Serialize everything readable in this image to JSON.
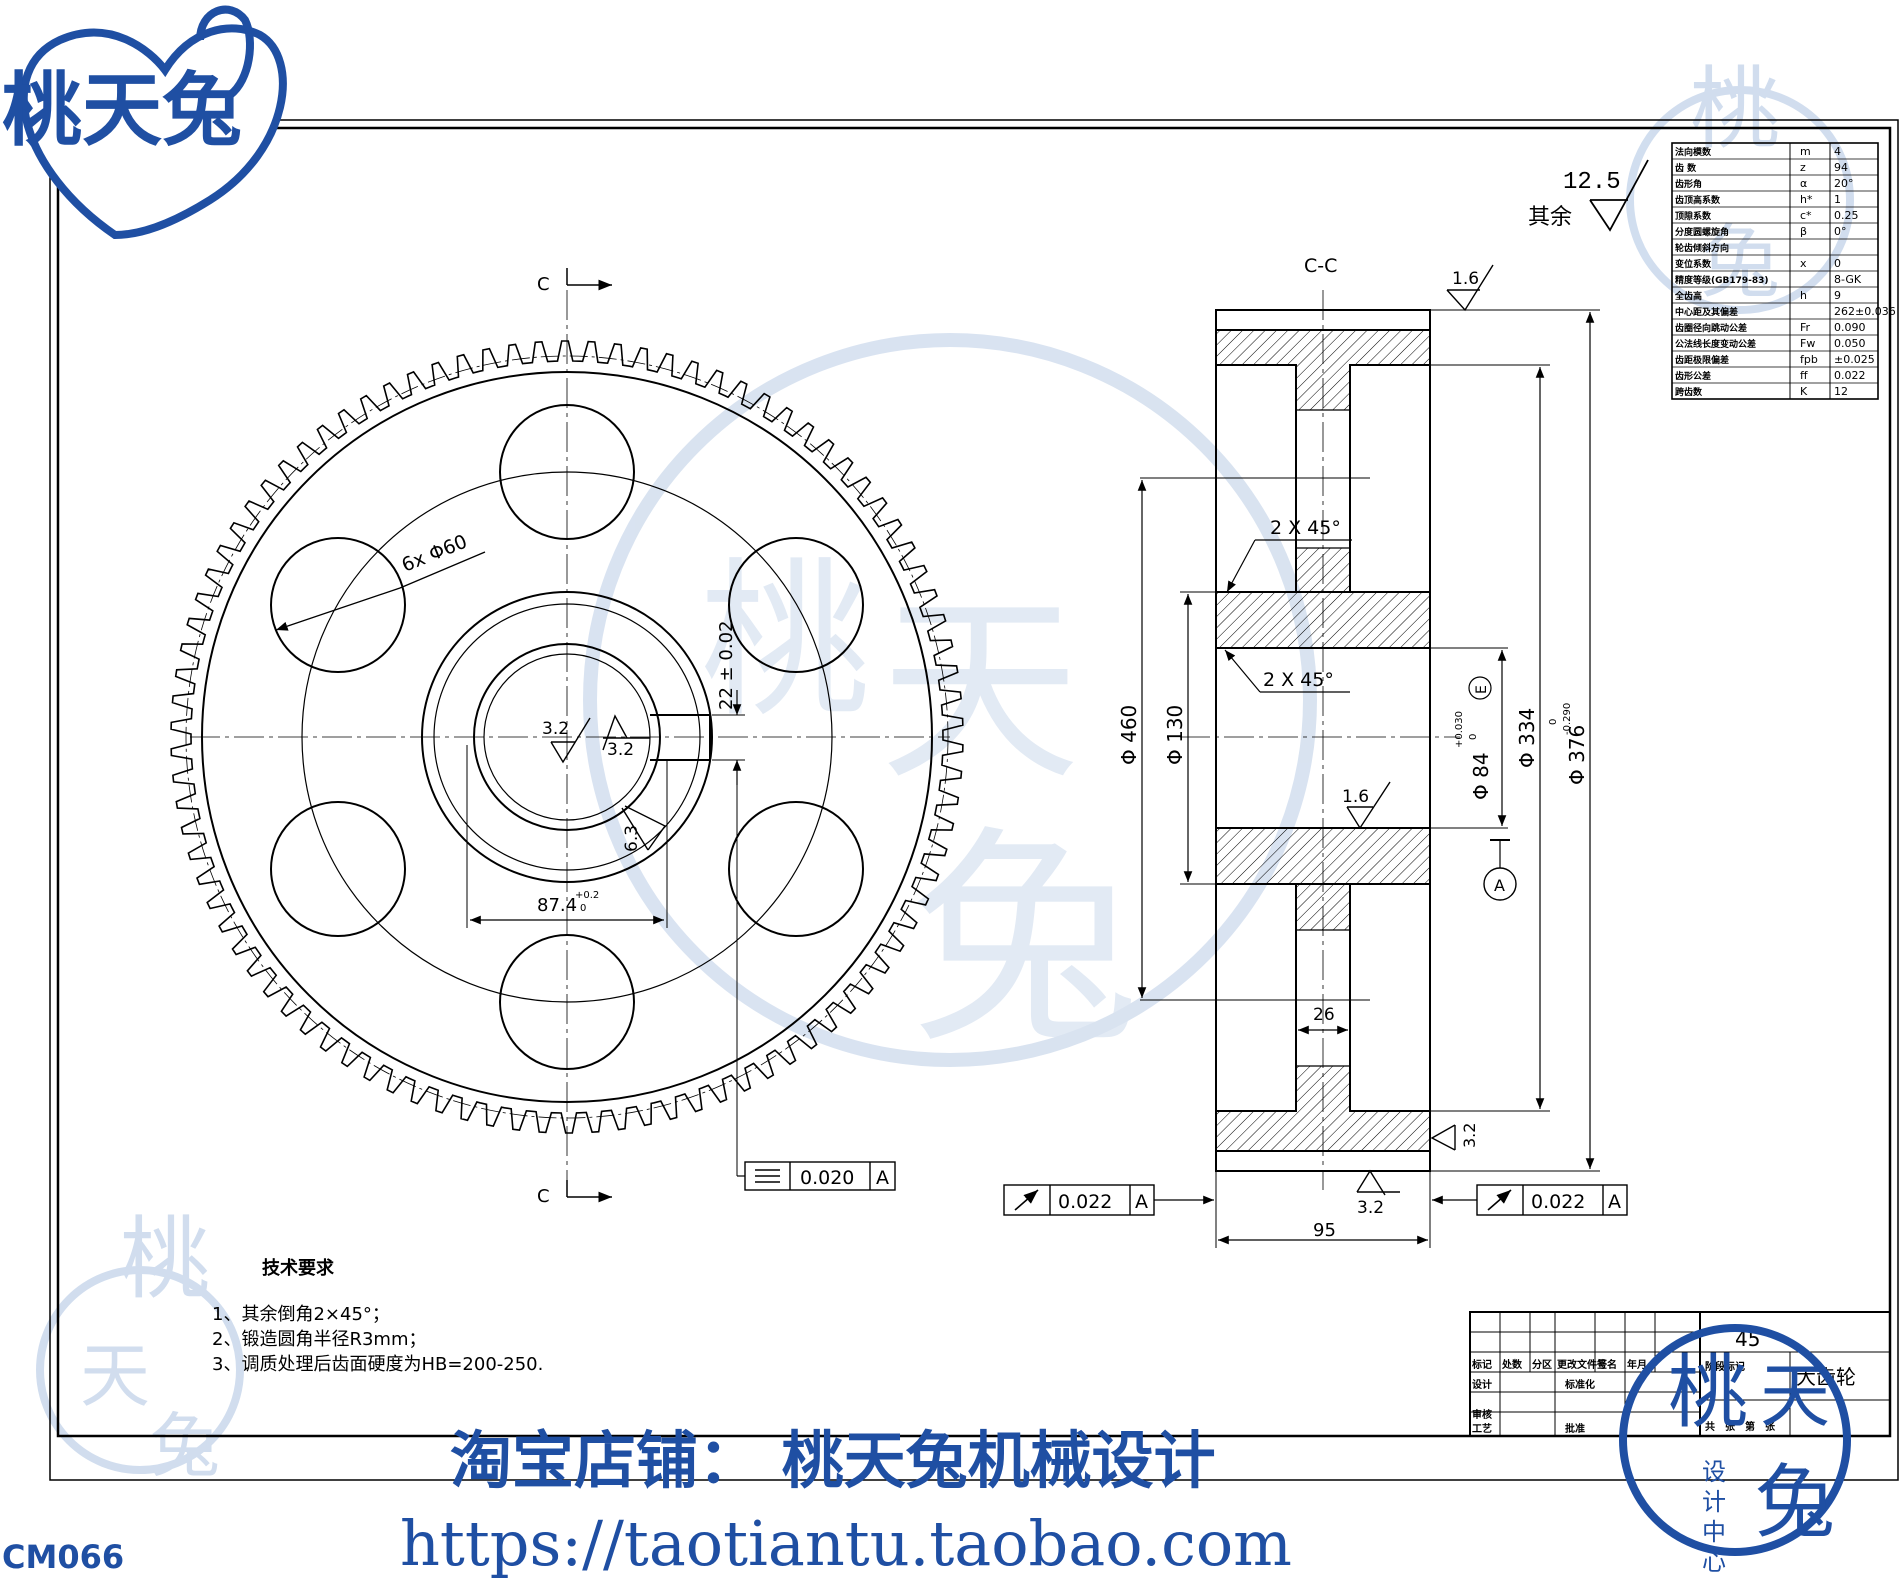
{
  "watermark": {
    "logo_text": "桃天兔",
    "design_center": "设计中心",
    "shop_line": "淘宝店铺：  桃天兔机械设计",
    "url": "https://taotiantu.taobao.com",
    "code": "CM066",
    "color": "#1f4fa3",
    "faint_color": "#c9d8ec"
  },
  "drawing": {
    "section_mark": "C",
    "section_title": "C-C",
    "surface_default": {
      "value": "12.5",
      "label": "其余"
    },
    "roughness": [
      "3.2",
      "3.2",
      "6.3",
      "1.6",
      "1.6",
      "3.2",
      "3.2"
    ],
    "holes_note": "6x Φ60",
    "keyway_width": "22 ± 0.02",
    "keyway_depth": {
      "base": "87.4",
      "tol_upper": "+0.2",
      "tol_lower": "0"
    },
    "flatness_frame": {
      "value": "0.020",
      "datum": "A"
    },
    "runout_frames": [
      {
        "value": "0.022",
        "datum": "A"
      },
      {
        "value": "0.022",
        "datum": "A"
      }
    ],
    "dims": {
      "d460": "Φ 460",
      "d130": "Φ 130",
      "d84": {
        "base": "Φ 84",
        "tol_upper": "+0.030",
        "tol_lower": "0"
      },
      "envelope": "E",
      "d334": "Φ 334",
      "d376": {
        "base": "Φ 376",
        "tol_upper": "0",
        "tol_lower": "-0.290"
      },
      "chamfer_1": "2 X 45°",
      "chamfer_2": "2 X 45°",
      "web": "26",
      "width": "95",
      "datum": "A"
    },
    "tech_requirements": {
      "title": "技术要求",
      "items": [
        "1、其余倒角2×45°；",
        "2、锻造圆角半径R3mm；",
        "3、调质处理后齿面硬度为HB=200-250."
      ]
    },
    "gear_params": [
      {
        "name": "法向模数",
        "sym": "m",
        "val": "4"
      },
      {
        "name": "齿 数",
        "sym": "z",
        "val": "94"
      },
      {
        "name": "齿形角",
        "sym": "α",
        "val": "20°"
      },
      {
        "name": "齿顶高系数",
        "sym": "h*",
        "val": "1"
      },
      {
        "name": "顶隙系数",
        "sym": "c*",
        "val": "0.25"
      },
      {
        "name": "分度圆螺旋角",
        "sym": "β",
        "val": "0°"
      },
      {
        "name": "轮齿倾斜方向",
        "sym": "",
        "val": ""
      },
      {
        "name": "变位系数",
        "sym": "x",
        "val": "0"
      },
      {
        "name": "精度等级(GB179-83)",
        "sym": "",
        "val": "8-GK"
      },
      {
        "name": "全齿高",
        "sym": "h",
        "val": "9"
      },
      {
        "name": "中心距及其偏差",
        "sym": "",
        "val": "262±0.036"
      },
      {
        "name": "齿圈径向跳动公差",
        "sym": "Fr",
        "val": "0.090"
      },
      {
        "name": "公法线长度变动公差",
        "sym": "Fw",
        "val": "0.050"
      },
      {
        "name": "齿距极限偏差",
        "sym": "fpb",
        "val": "±0.025"
      },
      {
        "name": "齿形公差",
        "sym": "ff",
        "val": "0.022"
      },
      {
        "name": "跨齿数",
        "sym": "K",
        "val": "12"
      }
    ],
    "title_block": {
      "material": "45",
      "part_name": "大齿轮",
      "head_cells": [
        "标记",
        "处数",
        "分区",
        "更改文件号",
        "签名",
        "年月"
      ],
      "design_row": [
        "设计",
        "标准化"
      ],
      "review": "审核",
      "process": "工艺",
      "approve": "批准",
      "stage": "阶段标记",
      "sheet_row": [
        "共",
        "张",
        "第",
        "张"
      ]
    }
  }
}
